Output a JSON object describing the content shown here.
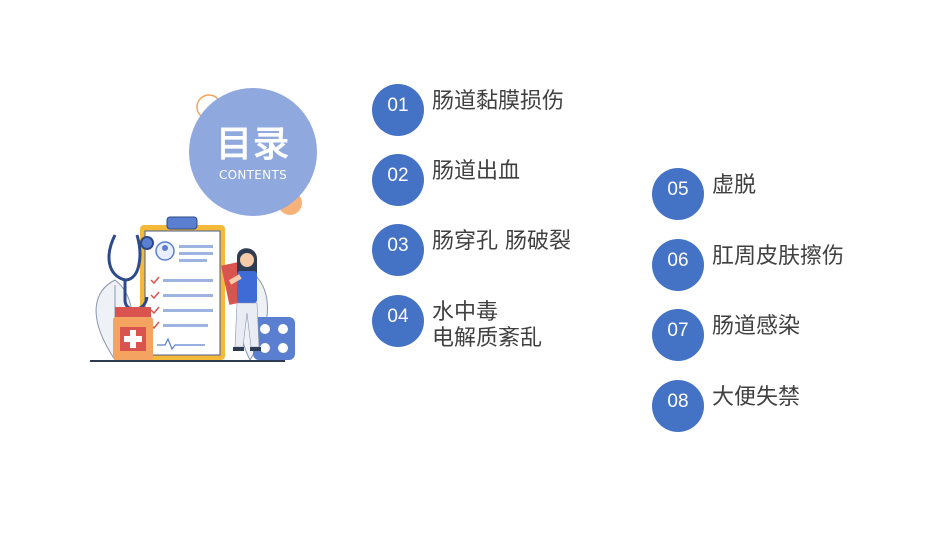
{
  "title": {
    "main": "目录",
    "sub": "CONTENTS"
  },
  "items": [
    {
      "num": "01",
      "label": "肠道黏膜损伤"
    },
    {
      "num": "02",
      "label": "肠道出血"
    },
    {
      "num": "03",
      "label": "肠穿孔 肠破裂"
    },
    {
      "num": "04",
      "label": "水中毒\n电解质紊乱"
    },
    {
      "num": "05",
      "label": "虚脱"
    },
    {
      "num": "06",
      "label": "肛周皮肤擦伤"
    },
    {
      "num": "07",
      "label": "肠道感染"
    },
    {
      "num": "08",
      "label": "大便失禁"
    }
  ],
  "colors": {
    "accent": "#4472c4",
    "title_circle": "#8fa8de",
    "orange": "#f4a460",
    "text": "#404040"
  }
}
